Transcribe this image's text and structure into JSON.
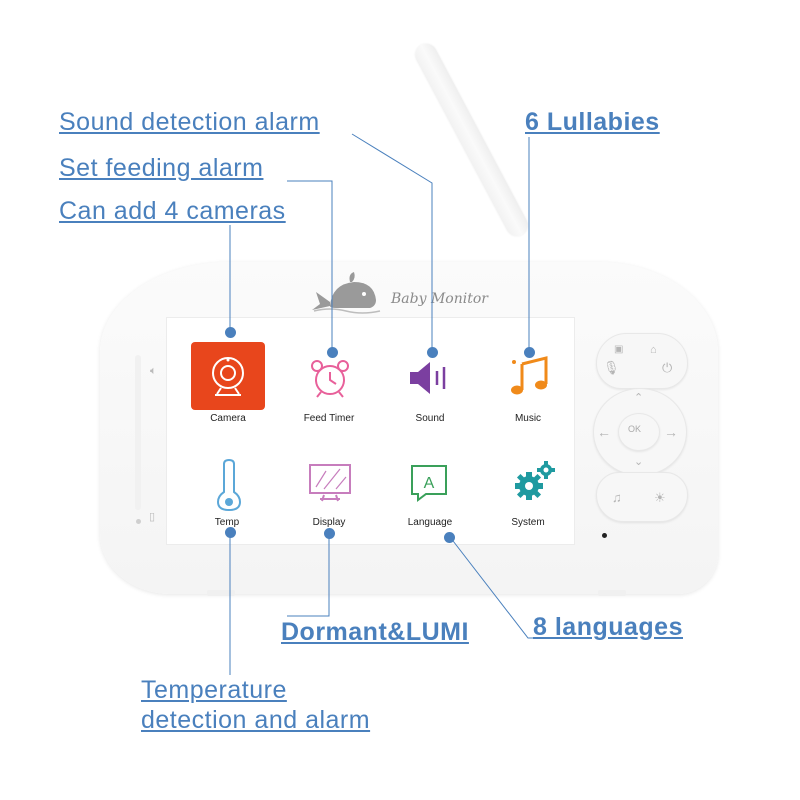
{
  "device": {
    "brand": "Baby Monitor",
    "ok_label": "OK"
  },
  "apps": [
    {
      "label": "Camera",
      "icon": "camera-icon"
    },
    {
      "label": "Feed Timer",
      "icon": "alarm-clock-icon"
    },
    {
      "label": "Sound",
      "icon": "speaker-icon"
    },
    {
      "label": "Music",
      "icon": "music-note-icon"
    },
    {
      "label": "Temp",
      "icon": "thermometer-icon"
    },
    {
      "label": "Display",
      "icon": "display-icon"
    },
    {
      "label": "Language",
      "icon": "language-icon"
    },
    {
      "label": "System",
      "icon": "gear-icon"
    }
  ],
  "annotations": {
    "sound_detection": "Sound detection alarm",
    "feeding_alarm": "Set feeding alarm",
    "cameras": "Can add 4 cameras",
    "lullabies": "6 Lullabies",
    "dormant": "Dormant&LUMI",
    "languages": "8 languages",
    "temperature_line1": "Temperature",
    "temperature_line2": "detection and alarm"
  },
  "colors": {
    "annotation": "#4a80bd",
    "camera_tile": "#e8461c",
    "feed_timer": "#e8609a",
    "sound": "#7b3fa0",
    "music": "#f08a1a",
    "temp": "#5ba7d8",
    "display": "#c77dbd",
    "language": "#3aa05a",
    "system": "#1f9aa0"
  }
}
